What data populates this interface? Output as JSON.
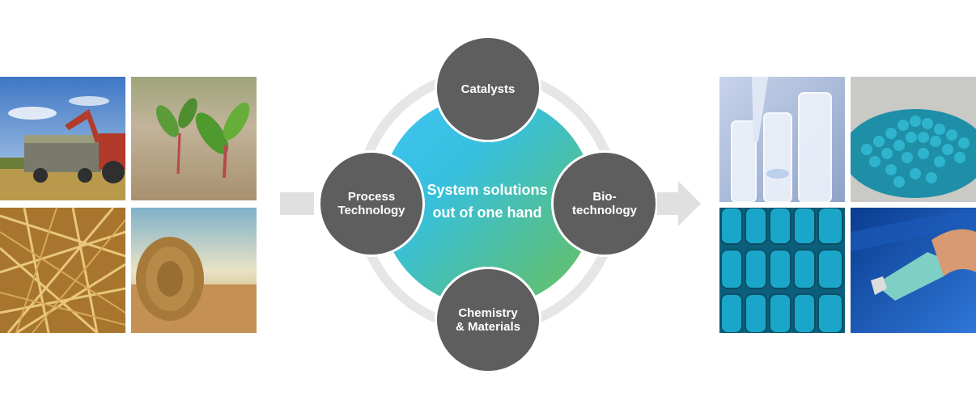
{
  "diagram": {
    "center_label": "System solutions out of one hand",
    "nodes": {
      "top": "Catalysts",
      "left": "Process\nTechnology",
      "right": "Bio-\ntechnology",
      "bottom": "Chemistry\n& Materials"
    }
  },
  "images": {
    "inputs": [
      "harvest-tractor",
      "seedlings",
      "straw",
      "hay-bale"
    ],
    "outputs": [
      "lab-glassware",
      "blue-pellets",
      "blue-gas-cylinders",
      "fuel-nozzle"
    ]
  },
  "colors": {
    "node": "#5e5e5e",
    "ring": "#e6e6e6",
    "arrow": "#e0e0e0",
    "center_gradient": [
      "#41c5f0",
      "#6cc05b"
    ]
  }
}
